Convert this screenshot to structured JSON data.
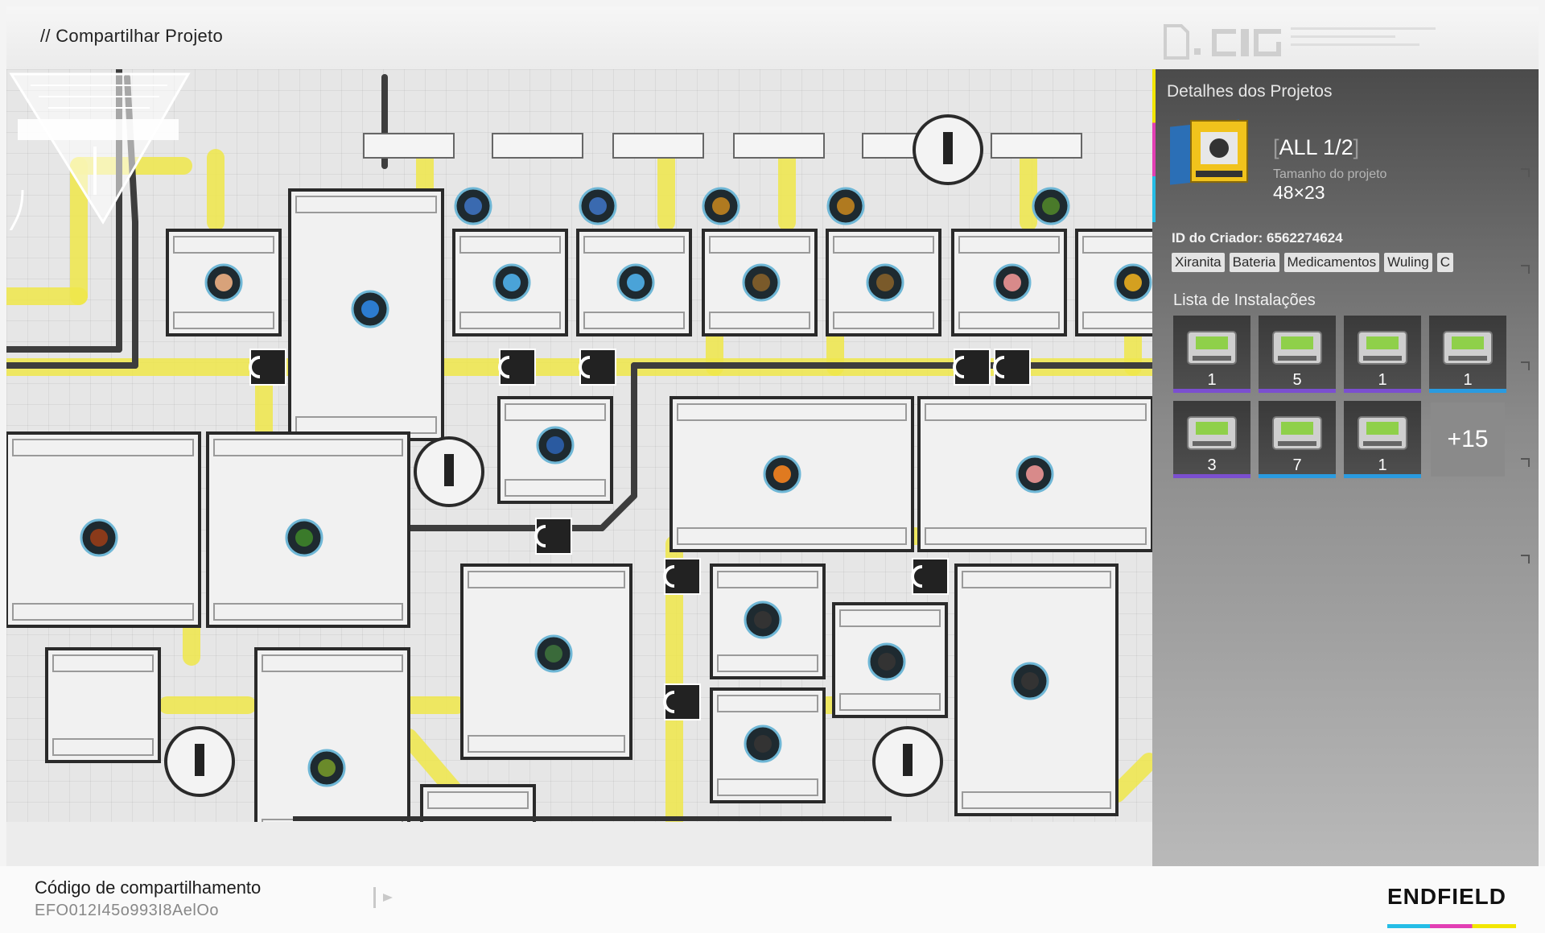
{
  "header": {
    "title": "// Compartilhar Projeto"
  },
  "panel": {
    "title": "Detalhes dos Projetos",
    "project_name": "ALL 1/2",
    "size_label": "Tamanho do projeto",
    "size_value": "48×23",
    "creator": "ID do Criador: 6562274624",
    "tags": [
      "Xiranita",
      "Bateria",
      "Medicamentos",
      "Wuling",
      "C"
    ],
    "list_title": "Lista de Instalações",
    "installations": [
      {
        "count": "1",
        "rarity": "purple",
        "icon": "miner-icon"
      },
      {
        "count": "5",
        "rarity": "purple",
        "icon": "panel-icon"
      },
      {
        "count": "1",
        "rarity": "purple",
        "icon": "reactor-icon"
      },
      {
        "count": "1",
        "rarity": "blue",
        "icon": "storage-icon"
      },
      {
        "count": "3",
        "rarity": "purple",
        "icon": "drill-icon"
      },
      {
        "count": "7",
        "rarity": "blue",
        "icon": "refiner-icon"
      },
      {
        "count": "1",
        "rarity": "blue",
        "icon": "shredder-icon"
      }
    ],
    "more_label": "+15"
  },
  "footer": {
    "share_label": "Código de compartilhamento",
    "share_code": "EFO012I45o993I8AelOo",
    "brand": "ENDFIELD"
  },
  "colors": {
    "belt": "#f0e84a",
    "pipe": "#3d3d3d",
    "purple": "#7b4fd0",
    "blue": "#2a9be0"
  }
}
